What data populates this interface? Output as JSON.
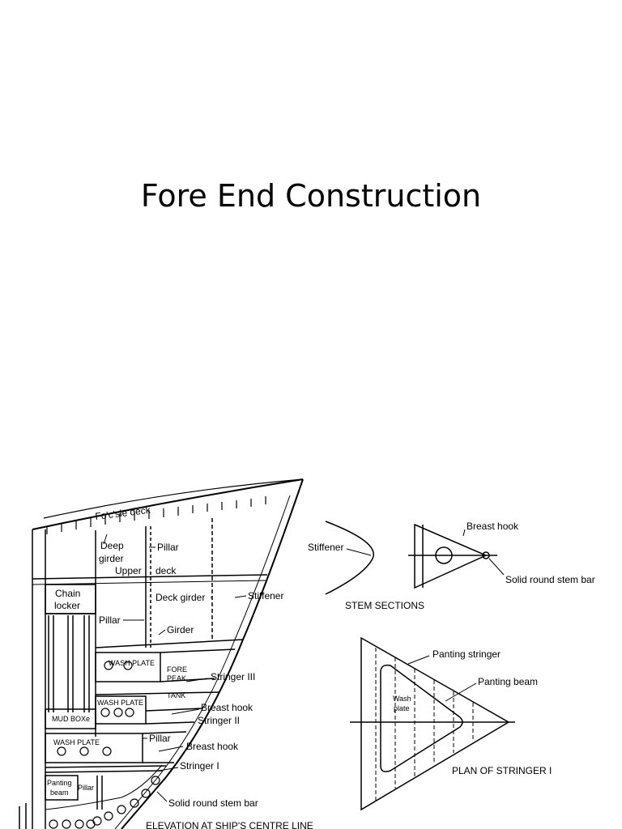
{
  "slide": {
    "title": "Fore End Construction"
  },
  "elevation": {
    "focsle_deck": "Fo'c'sle deck",
    "deep_girder_1": "Deep",
    "deep_girder_2": "girder",
    "pillar_top": "Pillar",
    "upper": "Upper",
    "deck": "deck",
    "chain_locker_1": "Chain",
    "chain_locker_2": "locker",
    "deck_girder": "Deck girder",
    "stiffener": "Stiffener",
    "pillar_mid": "Pillar",
    "girder": "Girder",
    "wash_plate_upper": "WASH PLATE",
    "fore_peak_1": "FORE",
    "fore_peak_2": "PEAK",
    "tank": "TANK",
    "stringer_iii": "Stringer III",
    "wash_plate_mid": "WASH PLATE",
    "breast_hook_upper": "Breast hook",
    "stringer_ii": "Stringer II",
    "mud_box": "MUD BOXe",
    "wash_plate_lower": "WASH PLATE",
    "pillar_low": "Pillar",
    "breast_hook_lower": "Breast hook",
    "stringer_i": "Stringer I",
    "panting_beam_1": "Panting",
    "panting_beam_2": "beam",
    "pillar_bottom": "Pillar",
    "solid_round_stem_bar": "Solid round stem bar",
    "caption": "ELEVATION AT SHIP'S CENTRE LINE"
  },
  "stem_sections": {
    "stiffener": "Stiffener",
    "breast_hook": "Breast hook",
    "solid_round_stem_bar": "Solid round stem bar",
    "caption": "STEM SECTIONS"
  },
  "plan": {
    "panting_stringer": "Panting stringer",
    "panting_beam": "Panting beam",
    "wash_plate_1": "Wash",
    "wash_plate_2": "plate",
    "caption": "PLAN OF STRINGER I"
  }
}
